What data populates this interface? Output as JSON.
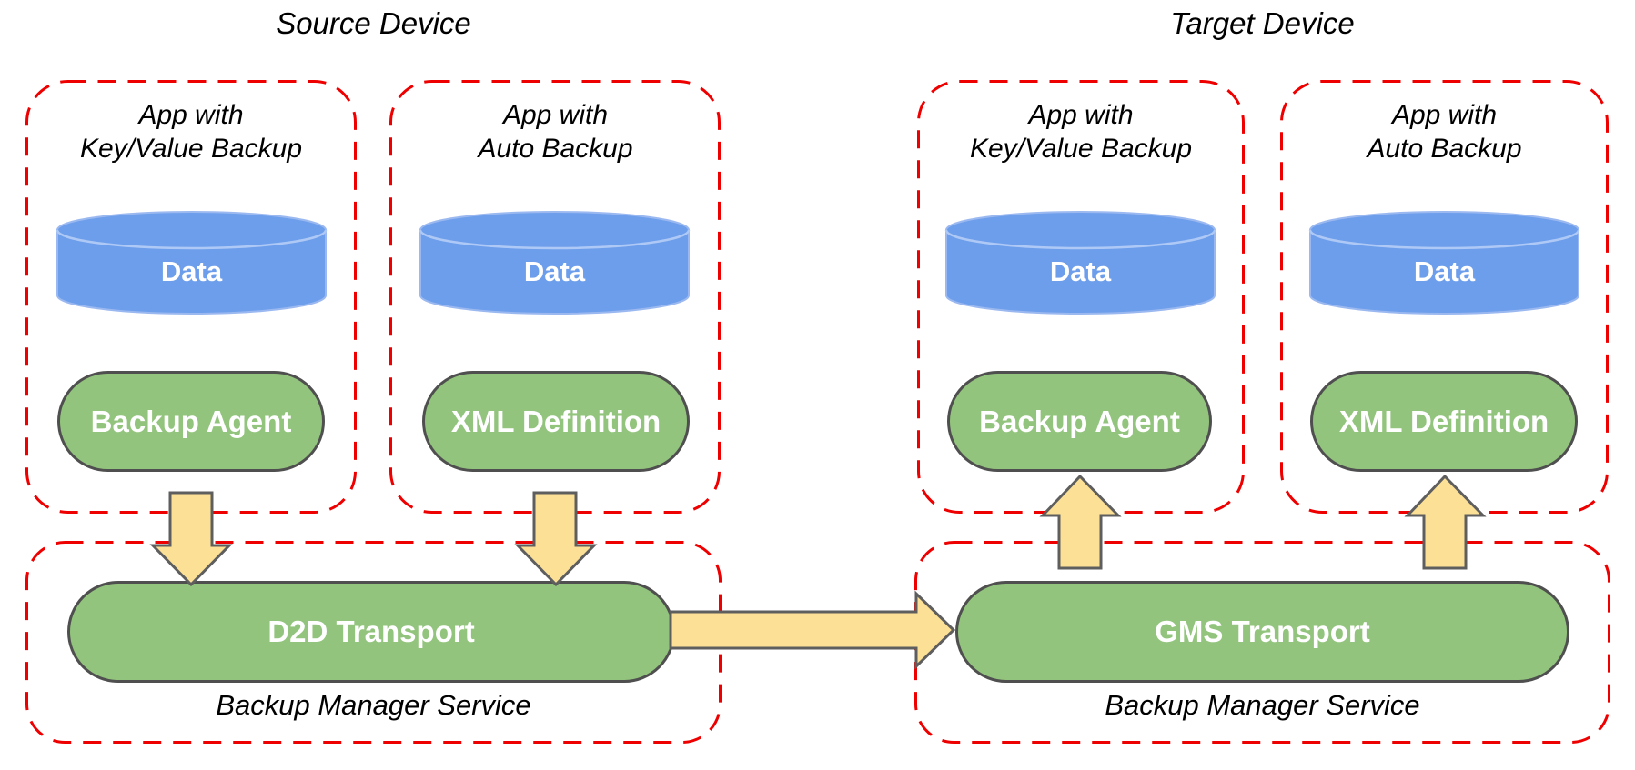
{
  "devices": {
    "source": {
      "title": "Source Device",
      "apps": [
        {
          "heading": [
            "App with",
            "Key/Value Backup"
          ],
          "data_label": "Data",
          "component": "Backup Agent"
        },
        {
          "heading": [
            "App with",
            "Auto Backup"
          ],
          "data_label": "Data",
          "component": "XML Definition"
        }
      ],
      "service": {
        "label": "Backup Manager Service",
        "transport": "D2D Transport"
      }
    },
    "target": {
      "title": "Target Device",
      "apps": [
        {
          "heading": [
            "App with",
            "Key/Value Backup"
          ],
          "data_label": "Data",
          "component": "Backup Agent"
        },
        {
          "heading": [
            "App with",
            "Auto Backup"
          ],
          "data_label": "Data",
          "component": "XML Definition"
        }
      ],
      "service": {
        "label": "Backup Manager Service",
        "transport": "GMS Transport"
      }
    }
  },
  "flows": [
    {
      "from": "Backup Agent (source)",
      "to": "D2D Transport",
      "direction": "down"
    },
    {
      "from": "XML Definition (source)",
      "to": "D2D Transport",
      "direction": "down"
    },
    {
      "from": "D2D Transport",
      "to": "GMS Transport",
      "direction": "right"
    },
    {
      "from": "GMS Transport",
      "to": "Backup Agent (target)",
      "direction": "up"
    },
    {
      "from": "GMS Transport",
      "to": "XML Definition (target)",
      "direction": "up"
    }
  ],
  "colors": {
    "box_dash": "#EE0000",
    "pill_green": "#93C47D",
    "pill_border": "#4F4F4F",
    "cylinder_blue": "#6D9EEB",
    "cylinder_edge": "#9BB9F0",
    "arrow_yellow": "#FBE096",
    "arrow_border": "#5E5E5E",
    "text": "#000000"
  }
}
